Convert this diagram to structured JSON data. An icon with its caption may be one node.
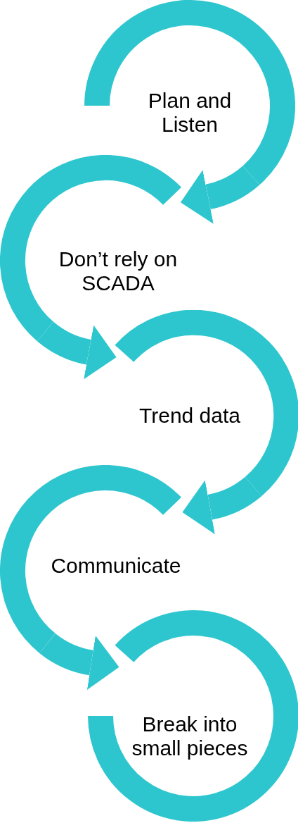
{
  "diagram": {
    "nodes": [
      {
        "text": [
          "Plan and Listen"
        ]
      },
      {
        "text": [
          "Don’t rely on SCADA"
        ]
      },
      {
        "text": [
          "Trend data"
        ]
      },
      {
        "text": [
          "Communicate"
        ]
      },
      {
        "text": [
          "Break into small pieces"
        ]
      }
    ],
    "edges": [
      {
        "from": 0,
        "to": 1,
        "arrow": "to"
      },
      {
        "from": 1,
        "to": 2,
        "arrow": "to"
      },
      {
        "from": 2,
        "to": 3,
        "arrow": "to"
      },
      {
        "from": 3,
        "to": 4,
        "arrow": "to"
      }
    ]
  }
}
